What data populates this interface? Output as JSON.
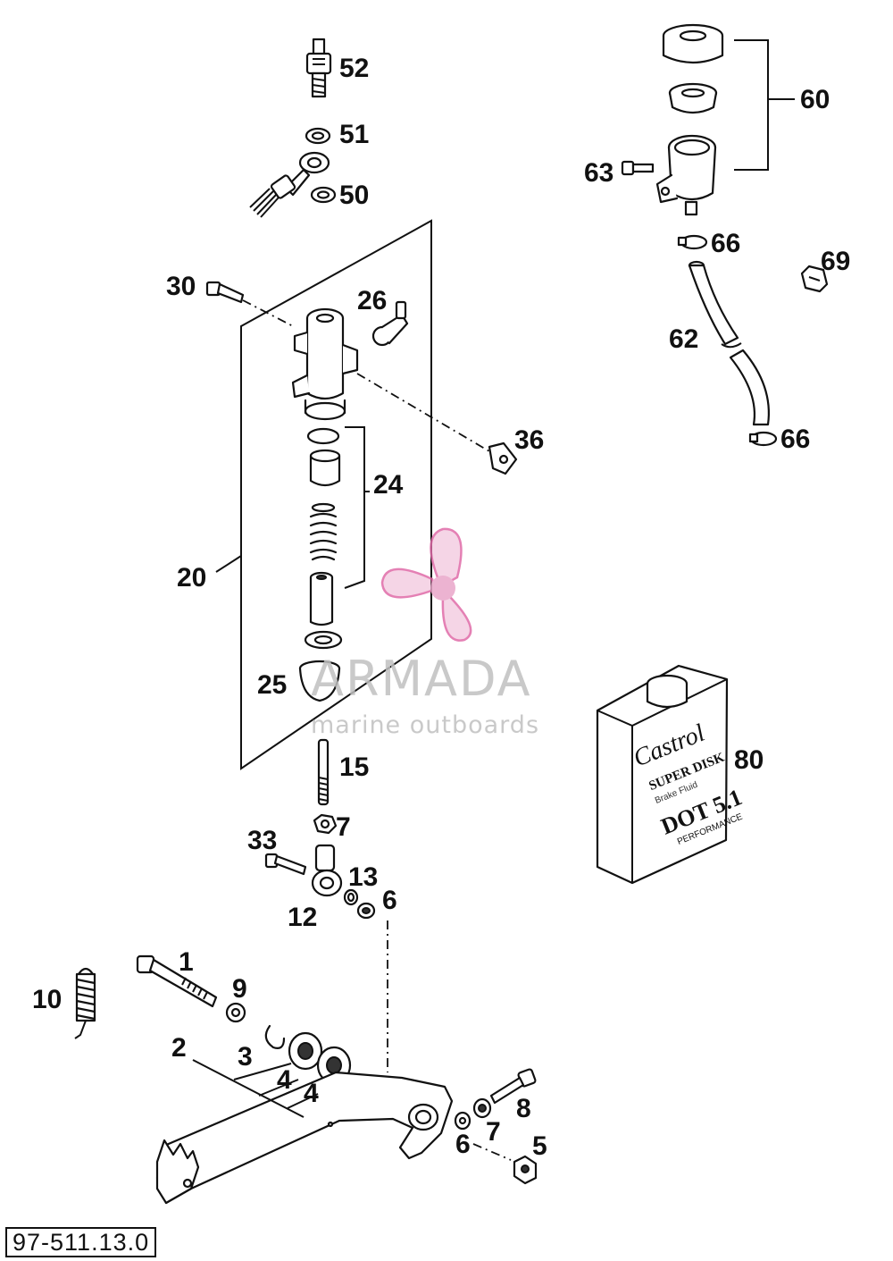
{
  "diagram": {
    "code": "97-511.13.0",
    "callouts": {
      "p52": "52",
      "p51": "51",
      "p50": "50",
      "p60": "60",
      "p63": "63",
      "p66a": "66",
      "p69": "69",
      "p62": "62",
      "p66b": "66",
      "p30": "30",
      "p26": "26",
      "p36": "36",
      "p24": "24",
      "p20": "20",
      "p25": "25",
      "p15": "15",
      "p7a": "7",
      "p33": "33",
      "p13": "13",
      "p6a": "6",
      "p12": "12",
      "p80": "80",
      "p1": "1",
      "p9": "9",
      "p10": "10",
      "p2": "2",
      "p3": "3",
      "p4a": "4",
      "p4b": "4",
      "p8": "8",
      "p7b": "7",
      "p6b": "6",
      "p5": "5"
    }
  },
  "bottle_label": {
    "brand": "Castrol",
    "product": "SUPER DISK",
    "subtitle": "Brake Fluid",
    "grade": "DOT 5.1",
    "tagline": "PERFORMANCE"
  },
  "watermark": {
    "name": "ARMADA",
    "tagline": "marine outboards",
    "logo_icon": "propeller-icon",
    "color": "#e9a6c9"
  }
}
